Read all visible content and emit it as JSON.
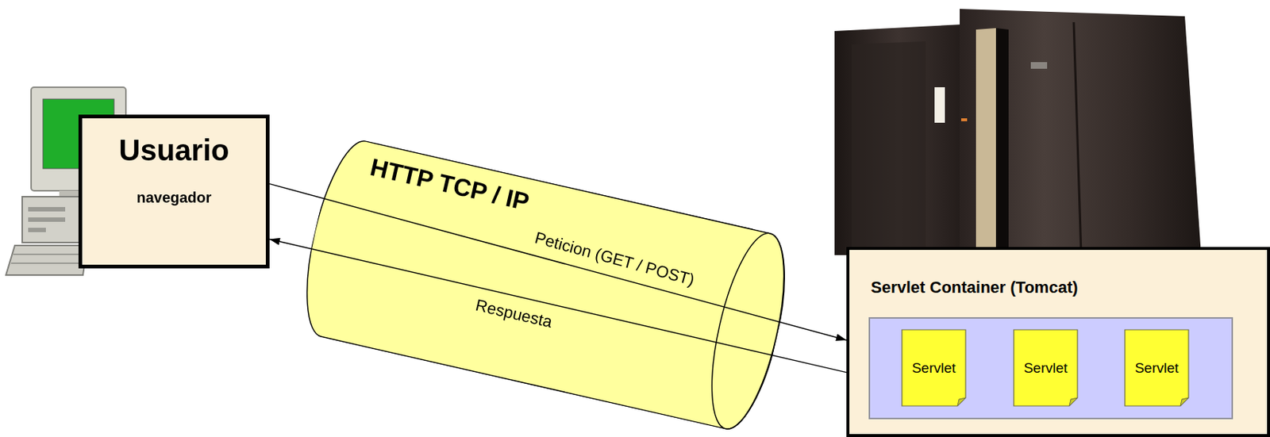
{
  "diagram": {
    "nodes": [
      {
        "text": [
          "Usuario",
          "navegador"
        ]
      },
      {
        "text": [
          "HTTP TCP / IP"
        ]
      },
      {
        "text": [
          "Servlet Container (Tomcat)"
        ]
      },
      {
        "text": [
          "Servlet"
        ],
        "in": 2
      },
      {
        "text": [
          "Servlet"
        ],
        "in": 2
      },
      {
        "text": [
          "Servlet"
        ],
        "in": 2
      }
    ],
    "edges": [
      {
        "from": 0,
        "to": 2,
        "arrow": "to",
        "label": "Peticion (GET / POST)"
      },
      {
        "from": 2,
        "to": 0,
        "arrow": "to",
        "label": "Respuesta"
      }
    ]
  }
}
